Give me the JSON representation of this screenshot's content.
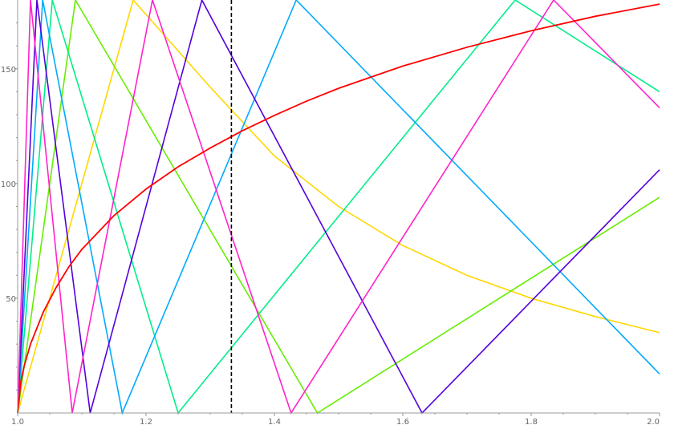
{
  "chart_data": {
    "type": "line",
    "title": "",
    "xlabel": "",
    "ylabel": "",
    "xlim": [
      1.0,
      2.0
    ],
    "ylim": [
      0,
      180
    ],
    "grid": false,
    "x_ticks": [
      "1.0",
      "1.2",
      "1.4",
      "1.6",
      "1.8",
      "2.0"
    ],
    "y_ticks": [
      "50",
      "100",
      "150"
    ],
    "reference_line": {
      "x": 1.333,
      "style": "dashed",
      "color": "#000000"
    },
    "curve": {
      "color": "#ff0000",
      "points": [
        [
          1.0,
          0
        ],
        [
          1.005,
          13.7
        ],
        [
          1.01,
          20.3
        ],
        [
          1.02,
          30.0
        ],
        [
          1.04,
          44.0
        ],
        [
          1.06,
          54.7
        ],
        [
          1.08,
          63.8
        ],
        [
          1.1,
          71.3
        ],
        [
          1.15,
          86.0
        ],
        [
          1.2,
          97.6
        ],
        [
          1.25,
          107.3
        ],
        [
          1.3,
          115.5
        ],
        [
          1.35,
          123.0
        ],
        [
          1.4,
          129.7
        ],
        [
          1.45,
          135.9
        ],
        [
          1.5,
          141.5
        ],
        [
          1.6,
          151.2
        ],
        [
          1.7,
          159.4
        ],
        [
          1.8,
          166.6
        ],
        [
          1.9,
          172.9
        ],
        [
          2.0,
          178.2
        ]
      ]
    },
    "series": [
      {
        "color": "#ffd700",
        "points": [
          [
            1.0,
            0
          ],
          [
            1.18,
            180
          ],
          [
            1.3,
            142
          ],
          [
            1.4,
            112
          ],
          [
            1.5,
            90
          ],
          [
            1.6,
            73
          ],
          [
            1.7,
            60
          ],
          [
            1.8,
            50
          ],
          [
            1.9,
            42
          ],
          [
            2.0,
            35
          ]
        ]
      },
      {
        "color": "#66ee00",
        "points": [
          [
            1.0,
            0
          ],
          [
            1.09,
            180
          ],
          [
            1.467,
            0
          ],
          [
            2.0,
            94
          ]
        ]
      },
      {
        "color": "#00ee88",
        "points": [
          [
            1.0,
            0
          ],
          [
            1.054,
            180
          ],
          [
            1.25,
            0
          ],
          [
            1.775,
            180
          ],
          [
            2.0,
            140
          ]
        ]
      },
      {
        "color": "#00aaff",
        "points": [
          [
            1.0,
            0
          ],
          [
            1.039,
            180
          ],
          [
            1.163,
            0
          ],
          [
            1.434,
            180
          ],
          [
            2.0,
            17
          ]
        ]
      },
      {
        "color": "#5500dd",
        "points": [
          [
            1.0,
            0
          ],
          [
            1.03,
            180
          ],
          [
            1.113,
            0
          ],
          [
            1.287,
            180
          ],
          [
            1.63,
            0
          ],
          [
            2.0,
            106
          ]
        ]
      },
      {
        "color": "#ff22cc",
        "points": [
          [
            1.0,
            0
          ],
          [
            1.02,
            180
          ],
          [
            1.085,
            0
          ],
          [
            1.21,
            180
          ],
          [
            1.426,
            0
          ],
          [
            1.835,
            180
          ],
          [
            2.0,
            133
          ]
        ]
      }
    ]
  }
}
